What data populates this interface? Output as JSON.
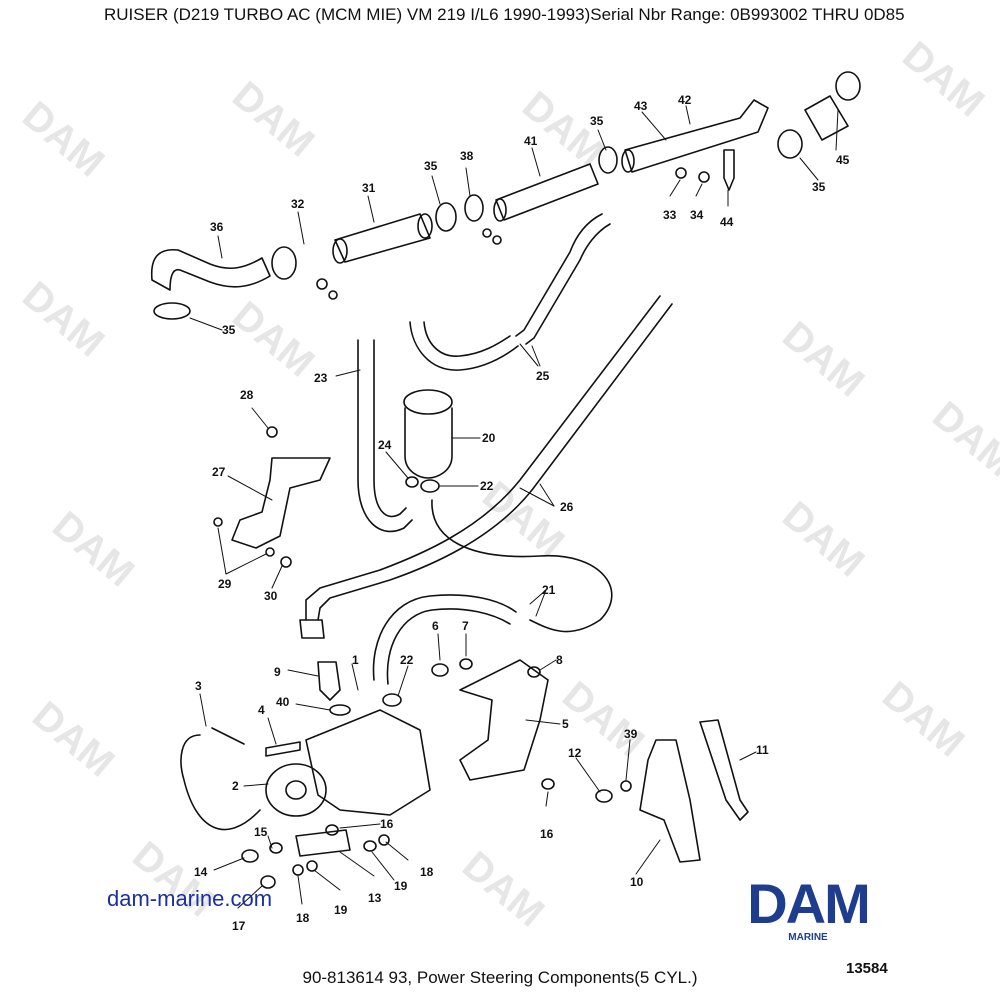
{
  "header": {
    "title": "RUISER (D219 TURBO AC (MCM  MIE) VM 219 I/L6    1990-1993)Serial Nbr Range: 0B993002 THRU 0D85"
  },
  "footer": {
    "caption": "90-813614 93, Power Steering Components(5 CYL.)"
  },
  "site_link": "dam-marine.com",
  "logo": {
    "word": "DAM",
    "sub": "MARINE",
    "color": "#1f3d8f"
  },
  "drawing_number": "13584",
  "watermark_text": "DAM",
  "callouts": [
    "1",
    "2",
    "3",
    "4",
    "5",
    "6",
    "7",
    "8",
    "9",
    "10",
    "11",
    "12",
    "13",
    "14",
    "15",
    "16",
    "16",
    "17",
    "18",
    "18",
    "19",
    "19",
    "20",
    "21",
    "22",
    "22",
    "23",
    "24",
    "25",
    "26",
    "27",
    "28",
    "29",
    "30",
    "31",
    "32",
    "33",
    "34",
    "35",
    "35",
    "35",
    "35",
    "36",
    "38",
    "39",
    "40",
    "41",
    "42",
    "43",
    "44",
    "45"
  ]
}
